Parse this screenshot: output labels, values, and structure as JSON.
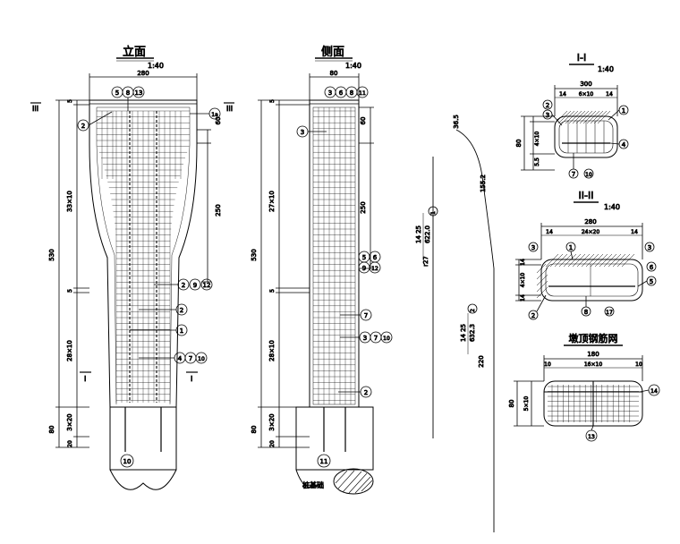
{
  "views": {
    "elevation": {
      "title": "立面",
      "scale": "1:40"
    },
    "side": {
      "title": "侧面",
      "scale": "1:40"
    },
    "section1": {
      "title": "I-I",
      "scale": "1:40"
    },
    "section2": {
      "title": "II-II",
      "scale": "1:40"
    },
    "cap_mesh": {
      "title": "墩顶钢筋网"
    }
  },
  "elevation": {
    "top_width": "280",
    "callouts_top": [
      "5",
      "8",
      "13"
    ],
    "callout_2": "2",
    "callout_1a": "1a",
    "dim_5a": "5",
    "dim_5b": "5",
    "dim_33x10": "33×10",
    "dim_530": "530",
    "dim_28x10": "28×10",
    "dim_80": "80",
    "dim_3x20": "3×20",
    "dim_20": "20",
    "dim_60": "60",
    "dim_250": "250",
    "callouts_mid": [
      "2",
      "9",
      "12"
    ],
    "callout_2b": "2",
    "callout_1": "1",
    "callouts_low": [
      "4",
      "7",
      "10"
    ],
    "section_III_left": "III",
    "section_III_right": "III",
    "section_I_left": "I",
    "section_I_right": "I",
    "bottom_callout": "10"
  },
  "side": {
    "top_width": "80",
    "callouts_top": [
      "3",
      "6",
      "8",
      "11"
    ],
    "callout_3": "3",
    "dim_5a": "5",
    "dim_5b": "5",
    "dim_27x10": "27×10",
    "dim_530": "530",
    "dim_28x10": "28×10",
    "dim_80": "80",
    "dim_3x20": "3×20",
    "dim_20": "20",
    "dim_60": "60",
    "dim_250": "250",
    "callouts_a": [
      "5",
      "6"
    ],
    "callouts_b": [
      "9",
      "12"
    ],
    "callout_7": "7",
    "callouts_c": [
      "3",
      "7",
      "10"
    ],
    "callout_2": "2",
    "bottom_callout": "11",
    "label_pile": "桩基础"
  },
  "bar": {
    "dim_36_5": "36.5",
    "dim_155_2": "155.2",
    "bar1_spec": "14 25",
    "bar1_len": "622.0",
    "bar1_callout": "1",
    "dim_r27": "r27",
    "bar2_spec": "14 25",
    "bar2_len": "632.3",
    "bar2_callout": "2",
    "dim_220": "220"
  },
  "section1": {
    "width": "300",
    "dim_14_left": "14",
    "dim_6x10": "6×10",
    "dim_14_right": "14",
    "dim_80": "80",
    "dim_4x10": "4×10",
    "dim_5_5": "5.5",
    "callouts": [
      "2",
      "3",
      "1",
      "4",
      "7",
      "10"
    ]
  },
  "section2": {
    "width": "280",
    "dim_14_left": "14",
    "dim_24x20": "24×20",
    "dim_14_right": "14",
    "dim_14_a": "14",
    "dim_4x10": "4×10",
    "dim_14_b": "14",
    "callouts": [
      "3",
      "1",
      "3",
      "6",
      "5",
      "2",
      "8",
      "17"
    ]
  },
  "cap_mesh": {
    "width": "180",
    "dim_10_left": "10",
    "dim_16x10": "16×10",
    "dim_10_right": "10",
    "dim_80": "80",
    "dim_5x10": "5×10",
    "callout_14": "14",
    "callout_13": "13"
  }
}
